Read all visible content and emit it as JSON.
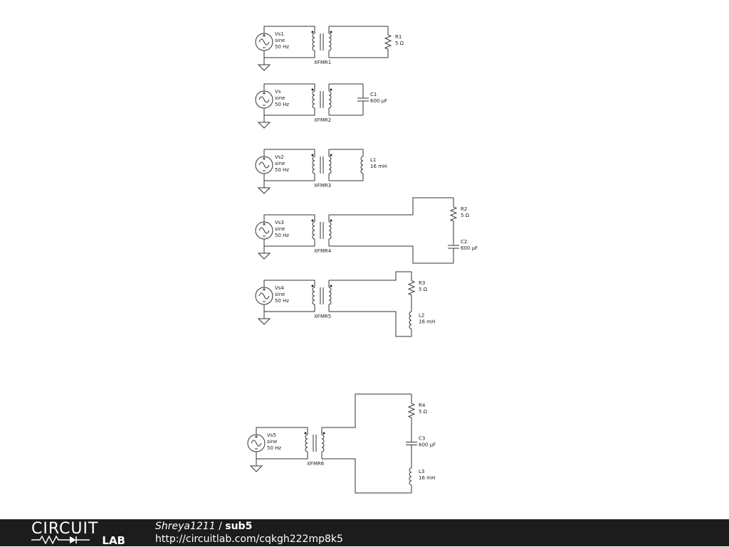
{
  "circuits": [
    {
      "source": {
        "name": "Vs1",
        "type": "sine",
        "freq": "50 Hz"
      },
      "transformer": "XFMR1",
      "loads": [
        {
          "kind": "resistor",
          "name": "R1",
          "value": "5 Ω"
        }
      ]
    },
    {
      "source": {
        "name": "Vs",
        "type": "sine",
        "freq": "50 Hz"
      },
      "transformer": "XFMR2",
      "loads": [
        {
          "kind": "capacitor",
          "name": "C1",
          "value": "600 µF"
        }
      ]
    },
    {
      "source": {
        "name": "Vs2",
        "type": "sine",
        "freq": "50 Hz"
      },
      "transformer": "XFMR3",
      "loads": [
        {
          "kind": "inductor",
          "name": "L1",
          "value": "16 mH"
        }
      ]
    },
    {
      "source": {
        "name": "Vs3",
        "type": "sine",
        "freq": "50 Hz"
      },
      "transformer": "XFMR4",
      "loads": [
        {
          "kind": "resistor",
          "name": "R2",
          "value": "5 Ω"
        },
        {
          "kind": "capacitor",
          "name": "C2",
          "value": "600 µF"
        }
      ]
    },
    {
      "source": {
        "name": "Vs4",
        "type": "sine",
        "freq": "50 Hz"
      },
      "transformer": "XFMR5",
      "loads": [
        {
          "kind": "resistor",
          "name": "R3",
          "value": "5 Ω"
        },
        {
          "kind": "inductor",
          "name": "L2",
          "value": "16 mH"
        }
      ]
    },
    {
      "source": {
        "name": "Vs5",
        "type": "sine",
        "freq": "50 Hz"
      },
      "transformer": "XFMR6",
      "loads": [
        {
          "kind": "resistor",
          "name": "R4",
          "value": "5 Ω"
        },
        {
          "kind": "capacitor",
          "name": "C3",
          "value": "600 µF"
        },
        {
          "kind": "inductor",
          "name": "L3",
          "value": "16 mH"
        }
      ]
    }
  ],
  "footer": {
    "logo_top": "CIRCUIT",
    "logo_bottom": "LAB",
    "user": "Shreya1211",
    "separator": " / ",
    "circuit_name": "sub5",
    "url": "http://circuitlab.com/cqkgh222mp8k5"
  }
}
